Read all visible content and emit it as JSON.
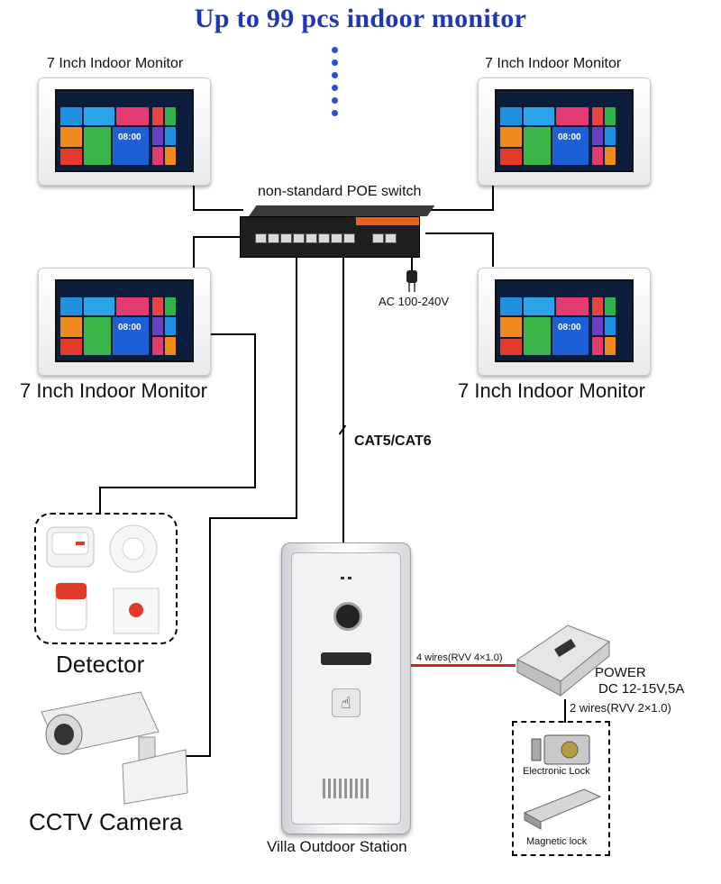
{
  "header": {
    "title": "Up to 99 pcs indoor monitor"
  },
  "monitors": [
    {
      "label": "7 Inch Indoor Monitor"
    },
    {
      "label": "7 Inch Indoor Monitor"
    },
    {
      "label": "7 Inch Indoor Monitor"
    },
    {
      "label": "7 Inch Indoor Monitor"
    }
  ],
  "monitor_screen": {
    "clock": "08:00"
  },
  "switch": {
    "label": "non-standard POE switch",
    "power": "AC 100-240V"
  },
  "cable": {
    "label": "CAT5/CAT6"
  },
  "station": {
    "label": "Villa Outdoor Station"
  },
  "detector": {
    "label": "Detector"
  },
  "camera": {
    "label": "CCTV Camera"
  },
  "power": {
    "wires_in": "4 wires(RVV 4×1.0)",
    "title": "POWER",
    "spec": "DC 12-15V,5A",
    "wires_out": "2 wires(RVV 2×1.0)"
  },
  "locks": {
    "electronic": "Electronic Lock",
    "magnetic": "Magnetic lock"
  },
  "colors": {
    "title": "#1f37b4",
    "wire": "#000000",
    "power_wire": "#e02020",
    "switch_accent": "#e7631d"
  }
}
